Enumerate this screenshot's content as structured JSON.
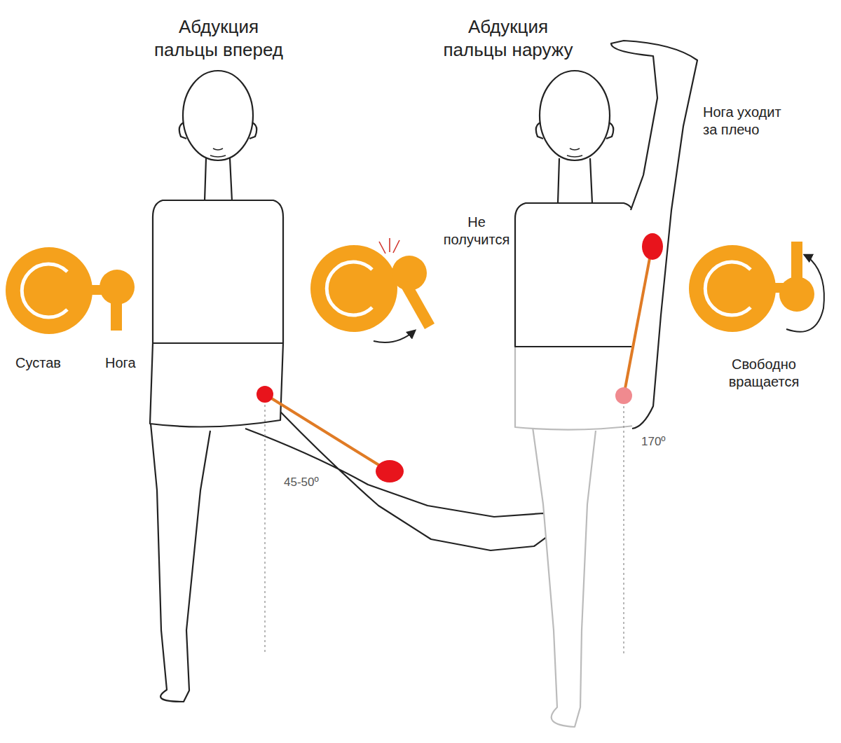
{
  "diagram": {
    "labels": [
      "Абдукция пальцы вперед",
      "Абдукция пальцы наружу",
      "Сустав",
      "Нога",
      "Не получится",
      "Нога уходит за плечо",
      "Свободно вращается",
      "45-50º",
      "170º"
    ]
  }
}
